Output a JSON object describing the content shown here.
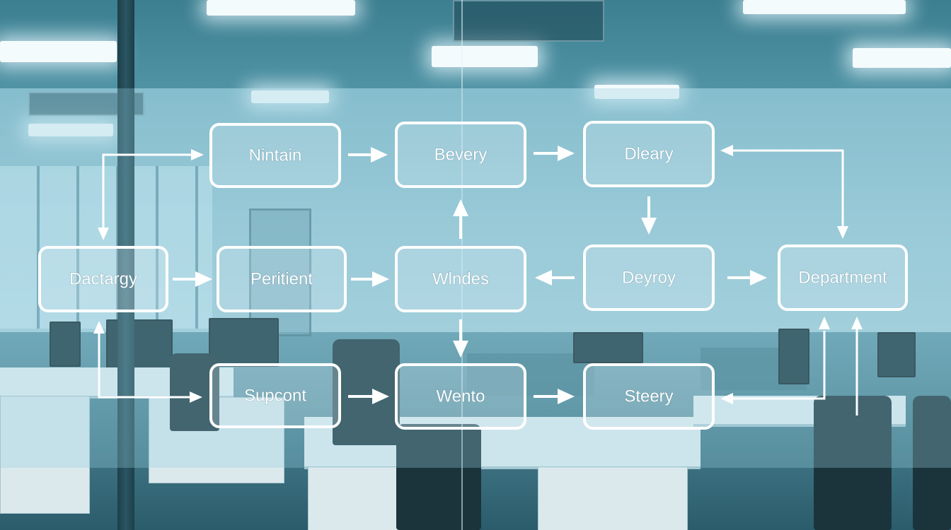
{
  "diagram": {
    "nodes": [
      {
        "id": "n1",
        "label": "Nintain"
      },
      {
        "id": "n2",
        "label": "Bevery"
      },
      {
        "id": "n3",
        "label": "Dleary"
      },
      {
        "id": "n4",
        "label": "Dactargy"
      },
      {
        "id": "n5",
        "label": "Peritient"
      },
      {
        "id": "n6",
        "label": "Wlndes"
      },
      {
        "id": "n7",
        "label": "Deyroy"
      },
      {
        "id": "n8",
        "label": "Department"
      },
      {
        "id": "n9",
        "label": "Supcont"
      },
      {
        "id": "n10",
        "label": "Wento"
      },
      {
        "id": "n11",
        "label": "Steery"
      }
    ],
    "edges": [
      {
        "from": "n1",
        "to": "n2"
      },
      {
        "from": "n2",
        "to": "n3"
      },
      {
        "from": "n3",
        "to": "n7"
      },
      {
        "from": "n8",
        "to": "n3"
      },
      {
        "from": "n4",
        "to": "n1"
      },
      {
        "from": "n4",
        "to": "n5"
      },
      {
        "from": "n5",
        "to": "n6"
      },
      {
        "from": "n6",
        "to": "n2"
      },
      {
        "from": "n6",
        "to": "n10"
      },
      {
        "from": "n7",
        "to": "n6"
      },
      {
        "from": "n7",
        "to": "n8"
      },
      {
        "from": "n9",
        "to": "n4"
      },
      {
        "from": "n4",
        "to": "n9"
      },
      {
        "from": "n9",
        "to": "n10"
      },
      {
        "from": "n10",
        "to": "n11"
      },
      {
        "from": "n8",
        "to": "n11"
      },
      {
        "from": "n11",
        "to": "n8"
      }
    ]
  },
  "colors": {
    "node_stroke": "#ffffff",
    "arrow": "#ffffff",
    "tint": "#9ccddc"
  }
}
